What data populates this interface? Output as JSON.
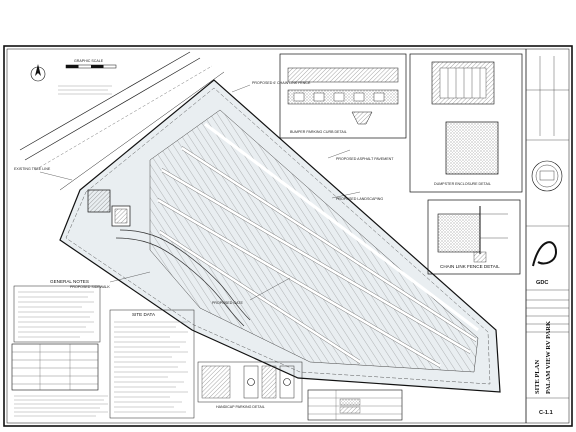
{
  "sheet": {
    "scale_label": "GRAPHIC SCALE",
    "notes_title": "GENERAL NOTES",
    "site_data_title": "SITE DATA",
    "details": {
      "bumper_title": "BUMPER PARKING CURB DETAIL",
      "dumpster_title": "DUMPSTER ENCLOSURE DETAIL",
      "chain_link_title": "CHAIN LINK FENCE DETAIL",
      "handicap_title": "HANDICAP PARKING DETAIL"
    },
    "callouts": {
      "proposed_fence": "PROPOSED 6' CHAIN LINK FENCE",
      "proposed_asphalt": "PROPOSED ASPHALT PAVEMENT",
      "proposed_gate": "PROPOSED GATE",
      "existing_tree_line": "EXISTING TREE LINE",
      "proposed_sidewalk": "PROPOSED SIDEWALK",
      "proposed_landscaping": "PROPOSED LANDSCAPING"
    },
    "title_block": {
      "drawing_title": "SITE PLAN",
      "project_name": "PALAM VIEW RV PARK",
      "sheet_number": "C-1.1",
      "firm_logo": "GDC"
    }
  }
}
